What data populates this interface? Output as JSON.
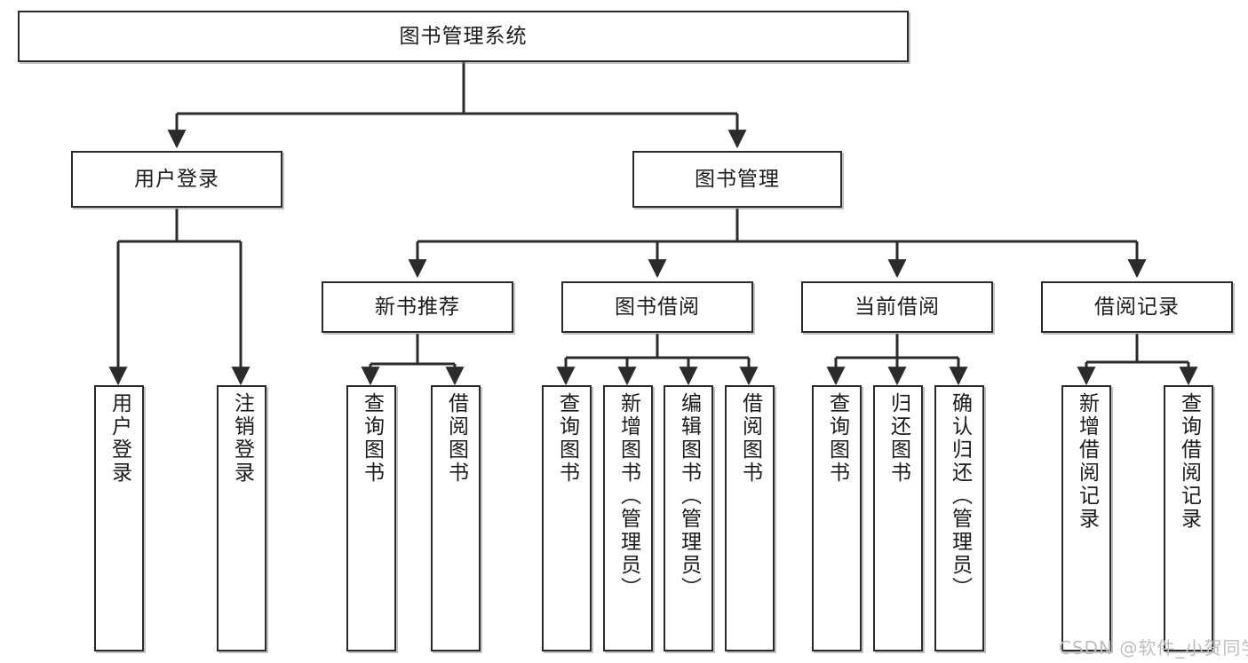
{
  "diagram": {
    "title": "图书管理系统",
    "type": "tree-hierarchy",
    "watermark": "CSDN @软件_小贺同学",
    "colors": {
      "node_border": "#2b2b2b",
      "node_fill": "#ffffff",
      "edge": "#2b2b2b",
      "text": "#1b1b1b",
      "watermark": "#bdbdbd",
      "background": "#ffffff"
    }
  },
  "nodes": {
    "root": {
      "label": "图书管理系统"
    },
    "level2": [
      {
        "label": "用户登录"
      },
      {
        "label": "图书管理"
      }
    ],
    "level3": [
      {
        "label": "新书推荐"
      },
      {
        "label": "图书借阅"
      },
      {
        "label": "当前借阅"
      },
      {
        "label": "借阅记录"
      }
    ],
    "leaves": {
      "user_login": [
        {
          "label": "用户登录"
        },
        {
          "label": "注销登录"
        }
      ],
      "new_book_recommend": [
        {
          "label": "查询图书"
        },
        {
          "label": "借阅图书"
        }
      ],
      "book_borrow": [
        {
          "label": "查询图书"
        },
        {
          "label": "新增图书（管理员）"
        },
        {
          "label": "编辑图书（管理员）"
        },
        {
          "label": "借阅图书"
        }
      ],
      "current_borrow": [
        {
          "label": "查询图书"
        },
        {
          "label": "归还图书"
        },
        {
          "label": "确认归还（管理员）"
        }
      ],
      "borrow_records": [
        {
          "label": "新增借阅记录"
        },
        {
          "label": "查询借阅记录"
        }
      ]
    }
  }
}
